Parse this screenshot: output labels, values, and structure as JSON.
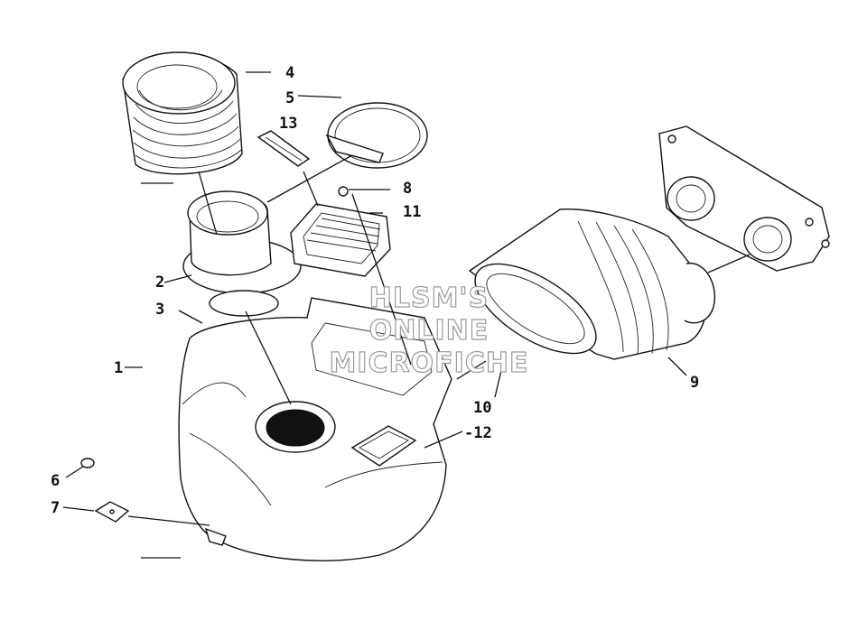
{
  "callouts": {
    "c1": "1",
    "c2": "2",
    "c3": "3",
    "c4": "4",
    "c5": "5",
    "c6": "6",
    "c7": "7",
    "c8": "8",
    "c9": "9",
    "c10": "10",
    "c11": "11",
    "c12": "-12",
    "c13": "13"
  },
  "watermark": {
    "line1": "HLSM'S",
    "line2": "ONLINE",
    "line3": "MICROFICHE"
  },
  "colors": {
    "ink": "#111111",
    "paper": "#ffffff",
    "watermark_outline": "#9a9a9a"
  }
}
